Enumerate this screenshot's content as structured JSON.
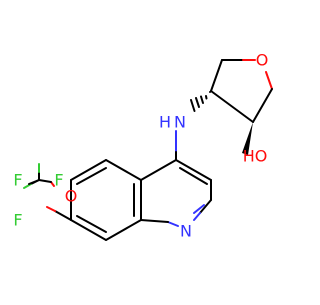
{
  "colors": {
    "carbon": "#000000",
    "nitrogen": "#3333ff",
    "oxygen": "#ff0d0d",
    "fluorine": "#33cc33"
  },
  "atoms": {
    "ring_oxygen": "O",
    "nh": "N",
    "nh_h": "H",
    "hydroxyl": "HO",
    "quinoline_n": "N",
    "ether_o": "O",
    "f_top_left": "F",
    "f_top_right": "F",
    "f_bottom": "F"
  }
}
